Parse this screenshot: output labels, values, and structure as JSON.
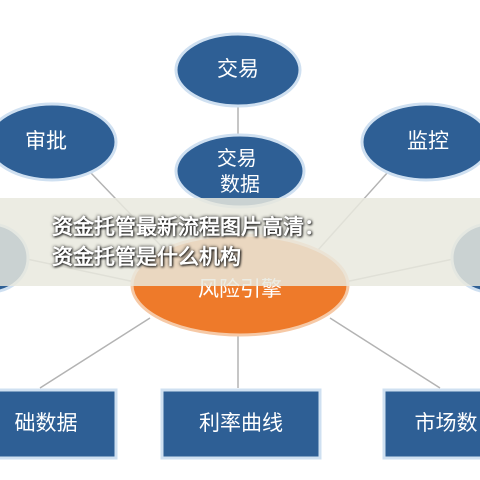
{
  "diagram": {
    "nodes": {
      "trade": "交易",
      "approval": "审批",
      "monitor": "监控",
      "trade_data": "交易数据",
      "risk_engine": "风险引擎",
      "base_data": "础数据",
      "rate_curve": "利率曲线",
      "market_data": "市场数"
    }
  },
  "banner": {
    "line1": "资金托管最新流程图片高清：",
    "line2": "资金托管是什么机构"
  },
  "colors": {
    "node_fill": "#2e5f95",
    "node_stroke": "#cfe0f1",
    "risk_fill": "#ee7a2a",
    "connector": "#b3b3b3"
  }
}
